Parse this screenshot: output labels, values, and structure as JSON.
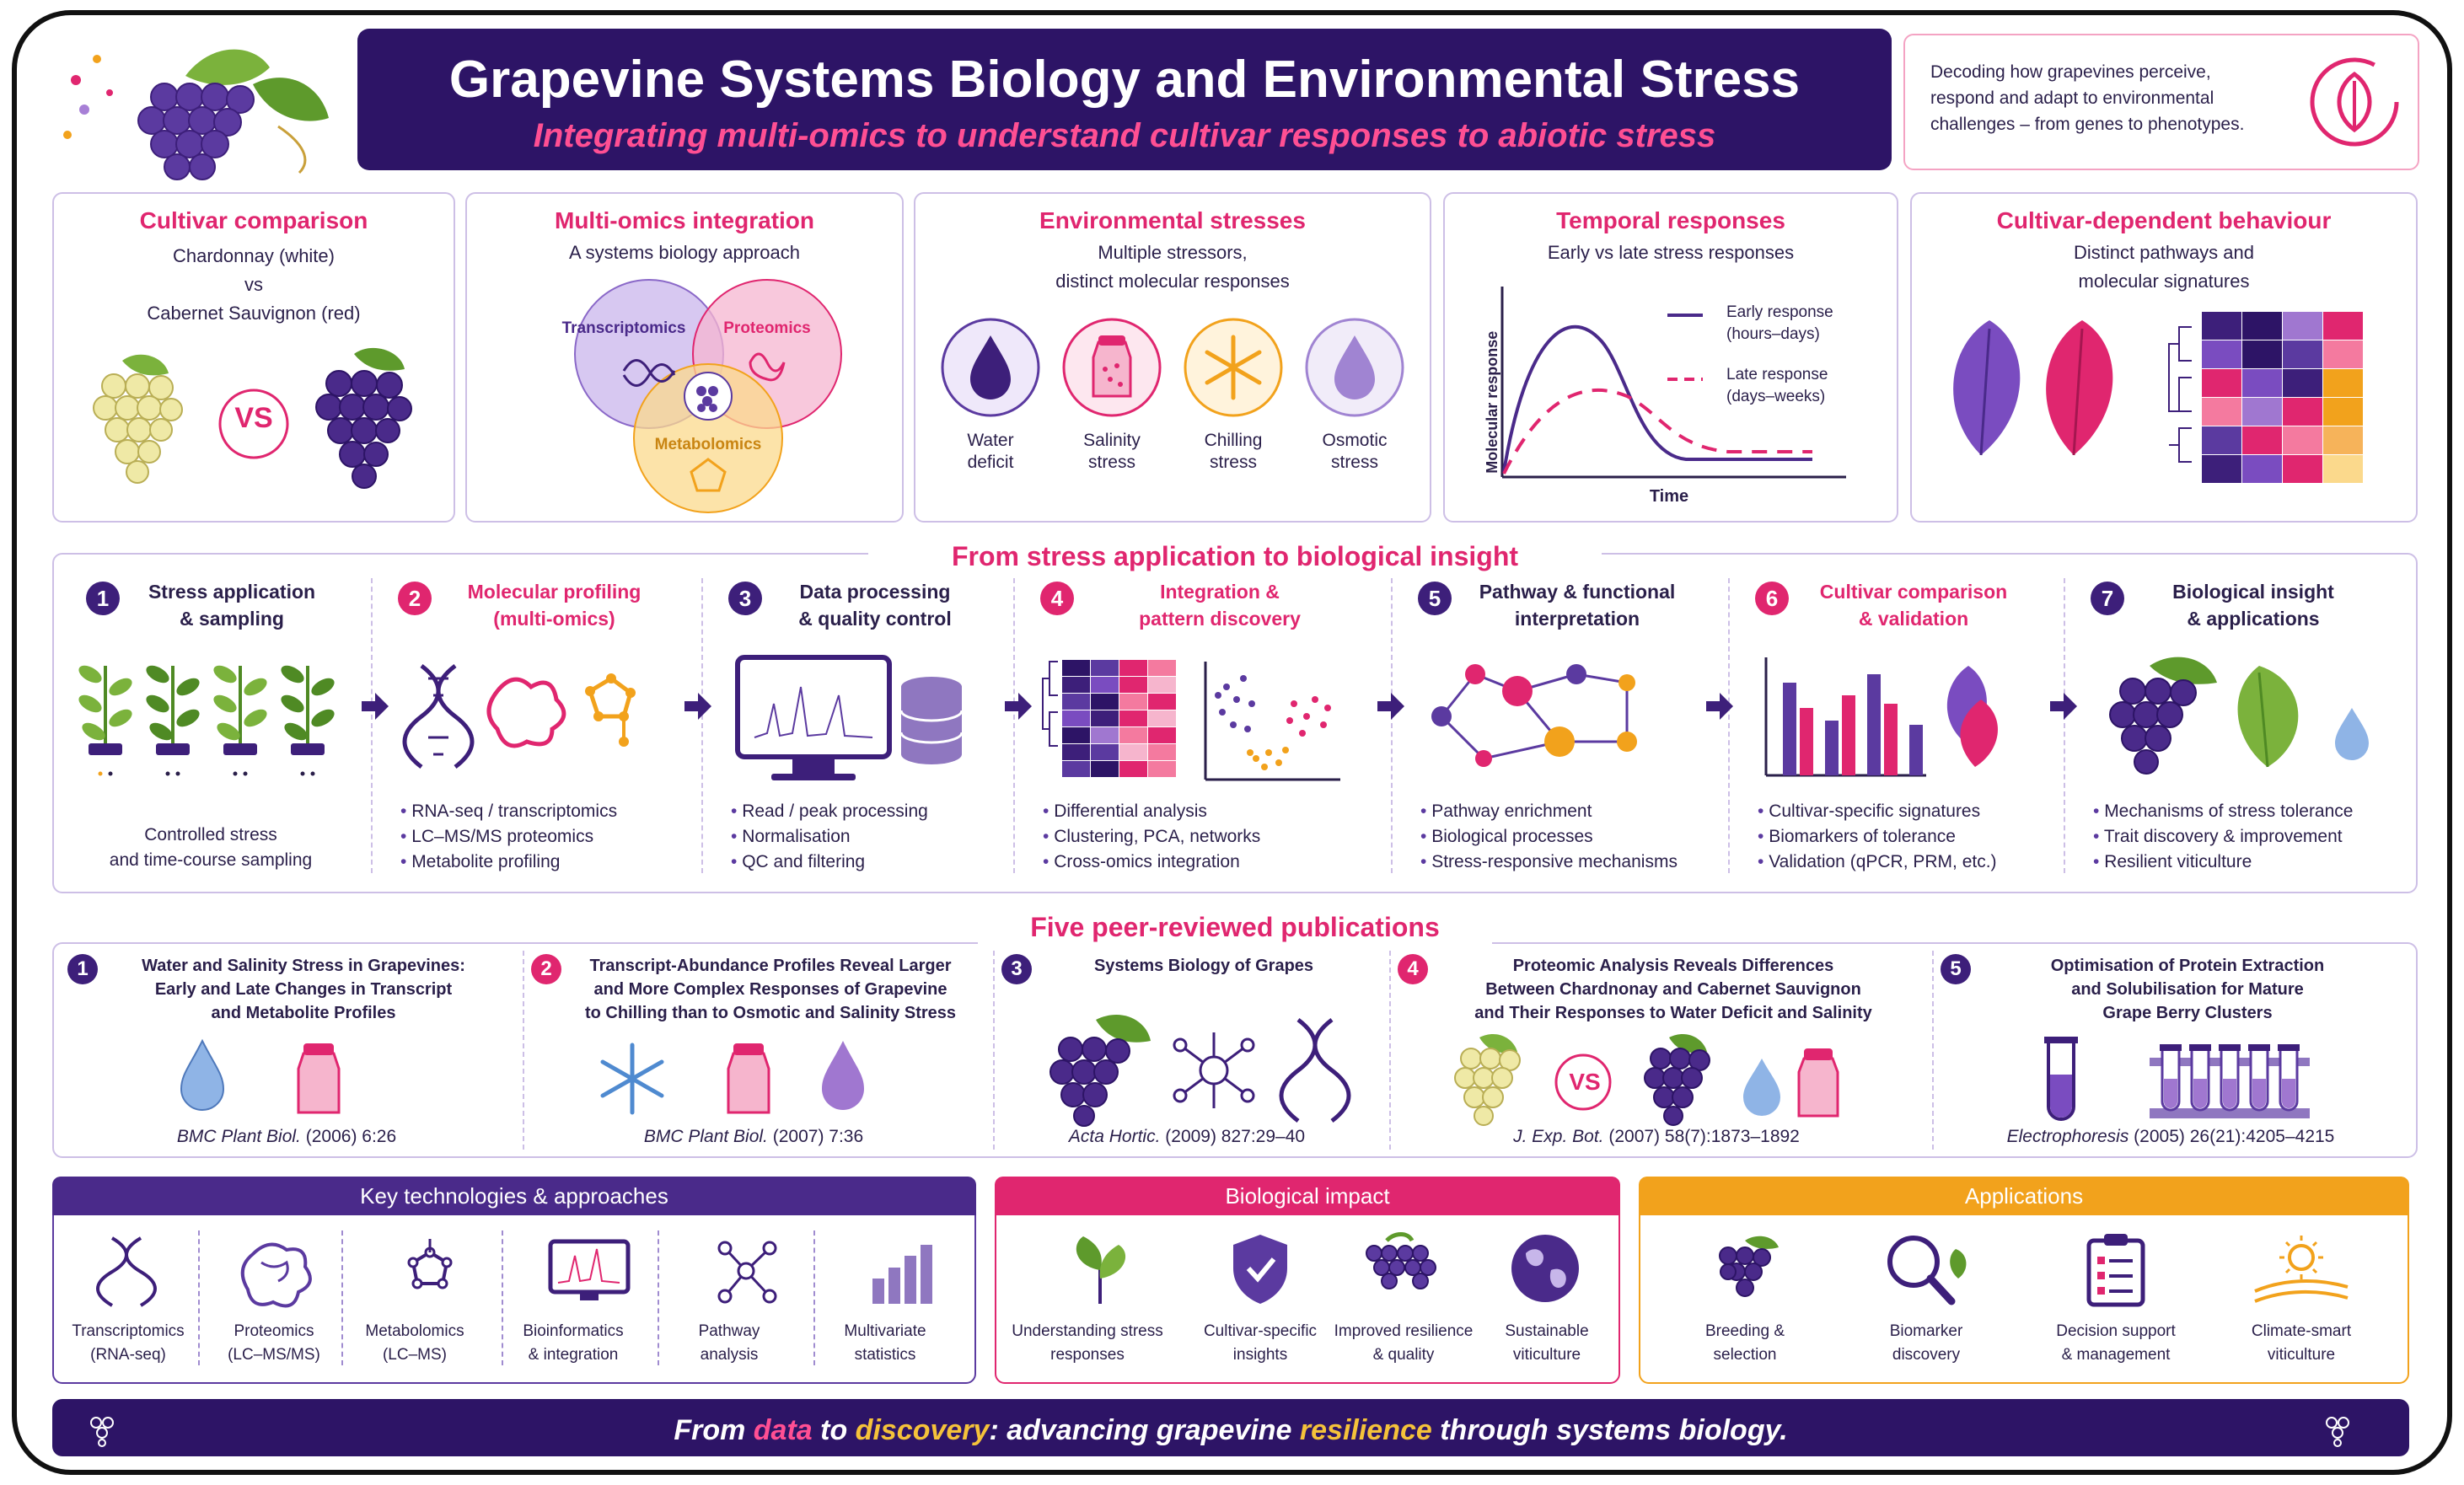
{
  "header": {
    "title": "Grapevine Systems Biology and Environmental Stress",
    "subtitle": "Integrating multi-omics to understand cultivar responses to abiotic stress",
    "side_text": [
      "Decoding how grapevines perceive,",
      "respond and adapt to environmental",
      "challenges – from genes to phenotypes."
    ]
  },
  "top_panels": {
    "cultivar": {
      "title": "Cultivar comparison",
      "line1": "Chardonnay (white)",
      "line2": "vs",
      "line3": "Cabernet Sauvignon (red)",
      "vs": "VS"
    },
    "omics": {
      "title": "Multi-omics integration",
      "subtitle": "A systems biology approach",
      "c1": "Transcriptomics",
      "c2": "Proteomics",
      "c3": "Metabolomics"
    },
    "env": {
      "title": "Environmental stresses",
      "sub1": "Multiple stressors,",
      "sub2": "distinct molecular responses",
      "items": [
        {
          "l1": "Water",
          "l2": "deficit"
        },
        {
          "l1": "Salinity",
          "l2": "stress"
        },
        {
          "l1": "Chilling",
          "l2": "stress"
        },
        {
          "l1": "Osmotic",
          "l2": "stress"
        }
      ]
    },
    "temporal": {
      "title": "Temporal responses",
      "subtitle": "Early vs late stress responses",
      "ylabel": "Molecular response",
      "xlabel": "Time",
      "early_l1": "Early response",
      "early_l2": "(hours–days)",
      "late_l1": "Late response",
      "late_l2": "(days–weeks)"
    },
    "cultivar_dep": {
      "title": "Cultivar-dependent behaviour",
      "sub1": "Distinct pathways and",
      "sub2": "molecular signatures"
    }
  },
  "workflow": {
    "title": "From stress application to biological insight",
    "steps": [
      {
        "n": "1",
        "t1": "Stress application",
        "t2": "& sampling",
        "b": [],
        "c1": "Controlled stress",
        "c2": "and time-course sampling"
      },
      {
        "n": "2",
        "t1": "Molecular profiling",
        "t2": "(multi-omics)",
        "b": [
          "RNA-seq / transcriptomics",
          "LC–MS/MS proteomics",
          "Metabolite profiling"
        ]
      },
      {
        "n": "3",
        "t1": "Data processing",
        "t2": "& quality control",
        "b": [
          "Read / peak processing",
          "Normalisation",
          "QC and filtering"
        ]
      },
      {
        "n": "4",
        "t1": "Integration &",
        "t2": "pattern discovery",
        "b": [
          "Differential analysis",
          "Clustering, PCA, networks",
          "Cross-omics integration"
        ]
      },
      {
        "n": "5",
        "t1": "Pathway & functional",
        "t2": "interpretation",
        "b": [
          "Pathway enrichment",
          "Biological processes",
          "Stress-responsive mechanisms"
        ]
      },
      {
        "n": "6",
        "t1": "Cultivar comparison",
        "t2": "& validation",
        "b": [
          "Cultivar-specific signatures",
          "Biomarkers of tolerance",
          "Validation (qPCR, PRM, etc.)"
        ]
      },
      {
        "n": "7",
        "t1": "Biological insight",
        "t2": "& applications",
        "b": [
          "Mechanisms of stress tolerance",
          "Trait discovery & improvement",
          "Resilient viticulture"
        ]
      }
    ]
  },
  "publications": {
    "title": "Five peer-reviewed publications",
    "items": [
      {
        "n": "1",
        "l1": "Water and Salinity Stress in Grapevines:",
        "l2": "Early and Late Changes in Transcript",
        "l3": "and Metabolite Profiles",
        "journal": "BMC Plant Biol.",
        "ref": " (2006) 6:26"
      },
      {
        "n": "2",
        "l1": "Transcript-Abundance Profiles Reveal Larger",
        "l2": "and More Complex Responses of Grapevine",
        "l3": "to Chilling than to Osmotic and Salinity Stress",
        "journal": "BMC Plant Biol.",
        "ref": " (2007) 7:36"
      },
      {
        "n": "3",
        "l1": "Systems Biology of Grapes",
        "l2": "",
        "l3": "",
        "journal": "Acta Hortic.",
        "ref": " (2009) 827:29–40"
      },
      {
        "n": "4",
        "l1": "Proteomic Analysis Reveals Differences",
        "l2": "Between Chardnonay and Cabernet Sauvignon",
        "l3": "and Their Responses to Water Deficit and Salinity",
        "journal": "J. Exp. Bot.",
        "ref": " (2007) 58(7):1873–1892",
        "vs": "VS"
      },
      {
        "n": "5",
        "l1": "Optimisation of Protein Extraction",
        "l2": "and Solubilisation for Mature",
        "l3": "Grape Berry Clusters",
        "journal": "Electrophoresis",
        "ref": " (2005) 26(21):4205–4215"
      }
    ]
  },
  "key_tech": {
    "title": "Key technologies & approaches",
    "items": [
      {
        "l1": "Transcriptomics",
        "l2": "(RNA-seq)"
      },
      {
        "l1": "Proteomics",
        "l2": "(LC–MS/MS)"
      },
      {
        "l1": "Metabolomics",
        "l2": "(LC–MS)"
      },
      {
        "l1": "Bioinformatics",
        "l2": "& integration"
      },
      {
        "l1": "Pathway",
        "l2": "analysis"
      },
      {
        "l1": "Multivariate",
        "l2": "statistics"
      }
    ]
  },
  "impact": {
    "title": "Biological impact",
    "items": [
      {
        "l1": "Understanding stress",
        "l2": "responses"
      },
      {
        "l1": "Cultivar-specific",
        "l2": "insights"
      },
      {
        "l1": "Improved resilience",
        "l2": "& quality"
      },
      {
        "l1": "Sustainable",
        "l2": "viticulture"
      }
    ]
  },
  "applications": {
    "title": "Applications",
    "items": [
      {
        "l1": "Breeding &",
        "l2": "selection"
      },
      {
        "l1": "Biomarker",
        "l2": "discovery"
      },
      {
        "l1": "Decision support",
        "l2": "& management"
      },
      {
        "l1": "Climate-smart",
        "l2": "viticulture"
      }
    ]
  },
  "footer": {
    "p1": "From ",
    "w1": "data",
    "p2": " to ",
    "w2": "discovery",
    "p3": ": advancing grapevine ",
    "w3": "resilience",
    "p4": " through systems biology."
  },
  "colors": {
    "navy": "#2d1466",
    "pink": "#e0266f",
    "purple": "#5b3aa0",
    "orange": "#f2a21c",
    "light_purple": "#cdbfe6"
  }
}
